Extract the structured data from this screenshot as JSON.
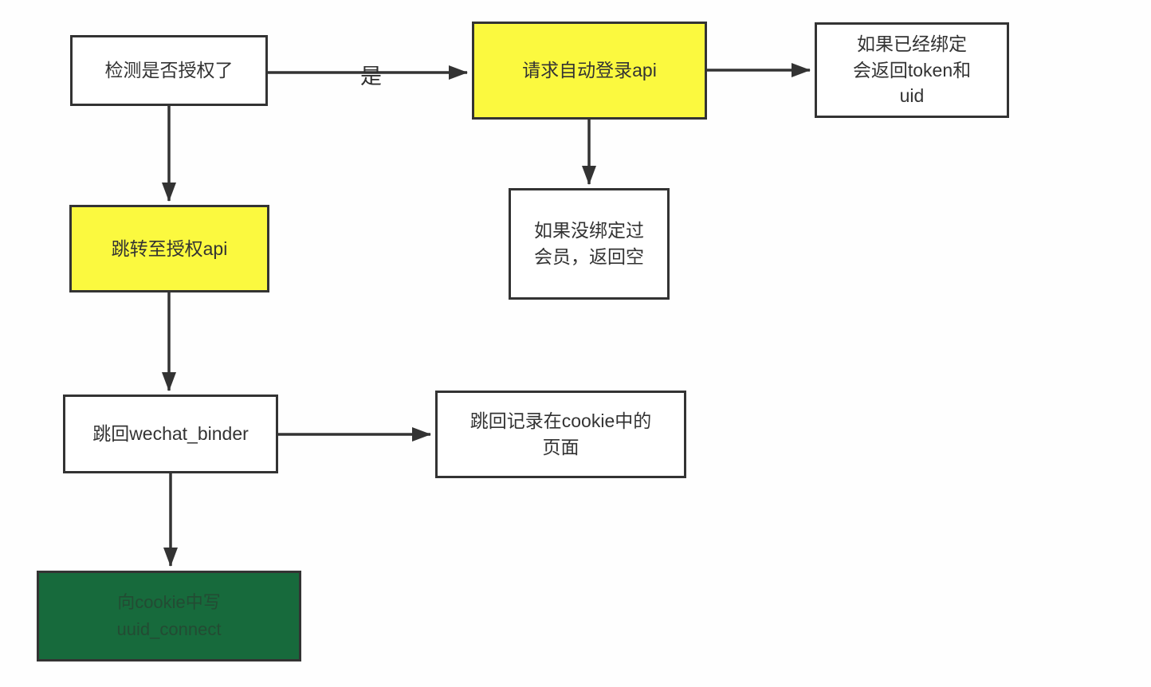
{
  "diagram": {
    "type": "flowchart",
    "nodes": [
      {
        "id": "check-auth",
        "label": "检测是否授权了",
        "fill": "white"
      },
      {
        "id": "request-auto-login-api",
        "label": "请求自动登录api",
        "fill": "yellow"
      },
      {
        "id": "already-bound-returns-token",
        "label": "如果已经绑定\n会返回token和\nuid",
        "fill": "white"
      },
      {
        "id": "not-bound-returns-empty",
        "label": "如果没绑定过\n会员，返回空",
        "fill": "white"
      },
      {
        "id": "redirect-to-auth-api",
        "label": "跳转至授权api",
        "fill": "yellow"
      },
      {
        "id": "back-to-wechat-binder",
        "label": "跳回wechat_binder",
        "fill": "white"
      },
      {
        "id": "back-to-cookie-page",
        "label": "跳回记录在cookie中的\n页面",
        "fill": "white"
      },
      {
        "id": "write-uuid-connect-cookie",
        "label": "向cookie中写\nuuid_connect",
        "fill": "green"
      }
    ],
    "edges": [
      {
        "from": "check-auth",
        "to": "request-auto-login-api",
        "label": "是"
      },
      {
        "from": "request-auto-login-api",
        "to": "already-bound-returns-token",
        "label": ""
      },
      {
        "from": "request-auto-login-api",
        "to": "not-bound-returns-empty",
        "label": ""
      },
      {
        "from": "check-auth",
        "to": "redirect-to-auth-api",
        "label": ""
      },
      {
        "from": "redirect-to-auth-api",
        "to": "back-to-wechat-binder",
        "label": ""
      },
      {
        "from": "back-to-wechat-binder",
        "to": "back-to-cookie-page",
        "label": ""
      },
      {
        "from": "back-to-wechat-binder",
        "to": "write-uuid-connect-cookie",
        "label": ""
      }
    ],
    "colors": {
      "yellow_fill": "#FBF93F",
      "green_fill": "#176A3C",
      "green_text": "#234B33",
      "node_border": "#333333",
      "node_text": "#333333",
      "arrow": "#333333",
      "background": "#FEFEFE"
    }
  }
}
